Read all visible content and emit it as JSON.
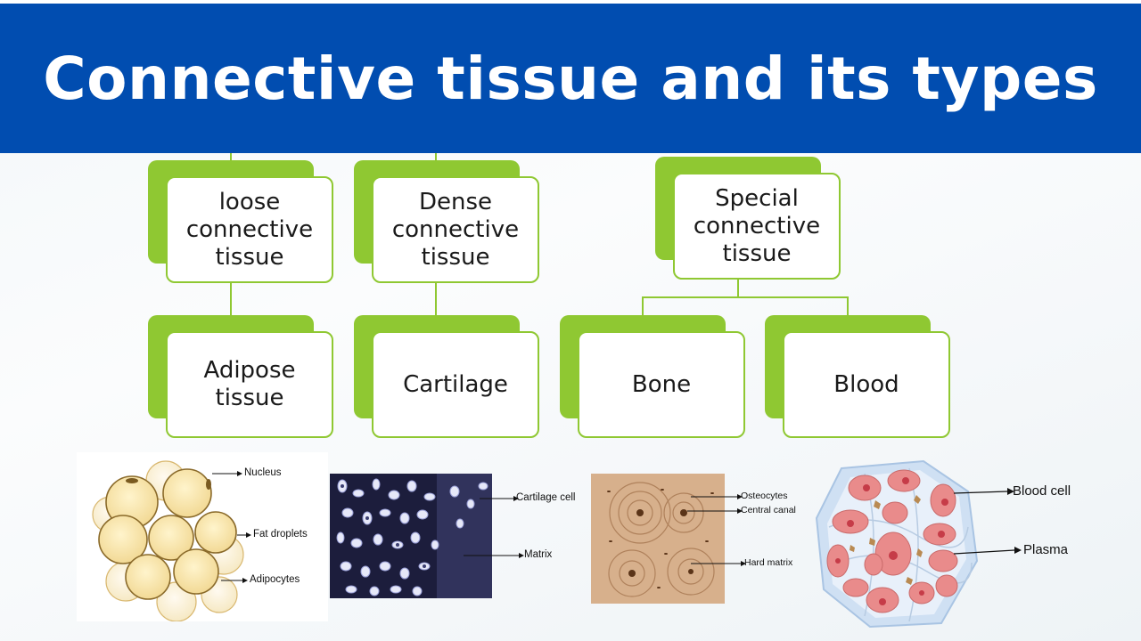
{
  "title": "Connective tissue and its types",
  "colors": {
    "banner": "#014db0",
    "accent": "#8fc832",
    "title_text": "#ffffff"
  },
  "cards": {
    "loose": "loose connective tissue",
    "dense": "Dense connective tissue",
    "special": "Special connective tissue",
    "adipose": "Adipose tissue",
    "cartilage": "Cartilage",
    "bone": "Bone",
    "blood": "Blood"
  },
  "labels": {
    "adipose": {
      "nucleus": "Nucleus",
      "fat_droplets": "Fat droplets",
      "adipocytes": "Adipocytes"
    },
    "cartilage": {
      "cell": "Cartilage cell",
      "matrix": "Matrix"
    },
    "bone": {
      "osteocytes": "Osteocytes",
      "central_canal": "Central canal",
      "hard_matrix": "Hard matrix"
    },
    "blood": {
      "blood_cell": "Blood cell",
      "plasma": "Plasma"
    }
  }
}
